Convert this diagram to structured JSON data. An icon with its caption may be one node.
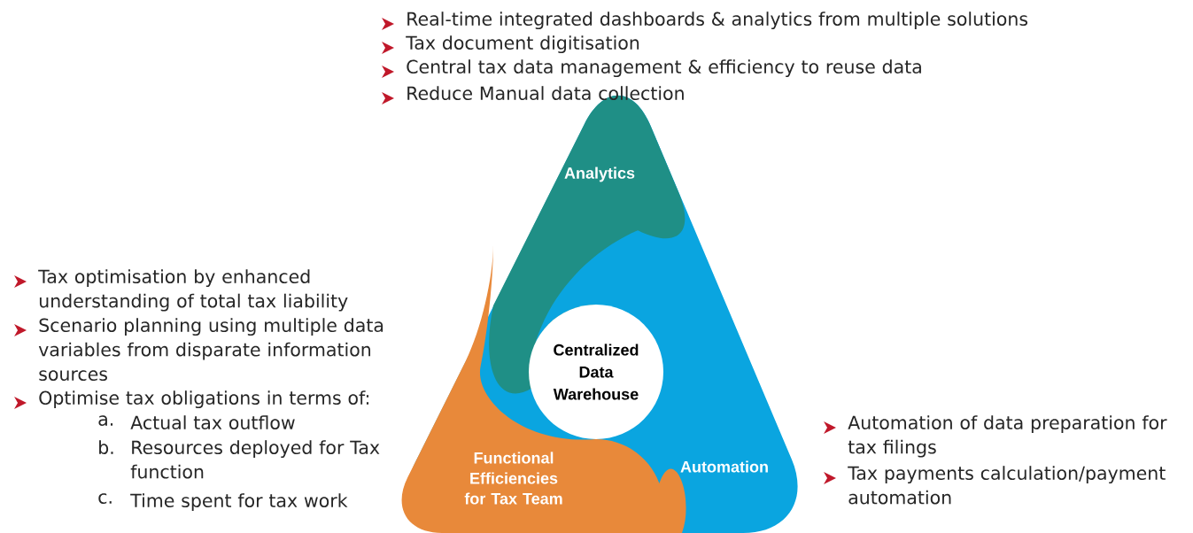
{
  "diagram": {
    "nodes": [
      {
        "text": [
          "Analytics"
        ],
        "in": 1
      },
      {
        "text": [
          "Automation"
        ]
      },
      {
        "text": [
          "Functional Efficiencies for Tax Team"
        ],
        "in": 1
      },
      {
        "text": [
          "Centralized Data Warehouse"
        ],
        "in": 1
      }
    ],
    "labels": [
      "Real-time integrated dashboards & analytics from multiple solutions",
      "Tax document digitisation",
      "Central tax data management & efficiency to reuse data",
      "Reduce Manual data collection",
      "Tax optimisation by enhanced understanding of total tax liability",
      "Scenario planning using multiple data variables from disparate information sources",
      "Optimise tax obligations in terms of:",
      "a.",
      "Actual tax outflow",
      "b.",
      "Resources deployed for Tax function",
      "c.",
      "Time spent for tax work",
      "Automation of data preparation for tax filings",
      "Tax payments calculation/payment automation"
    ]
  }
}
